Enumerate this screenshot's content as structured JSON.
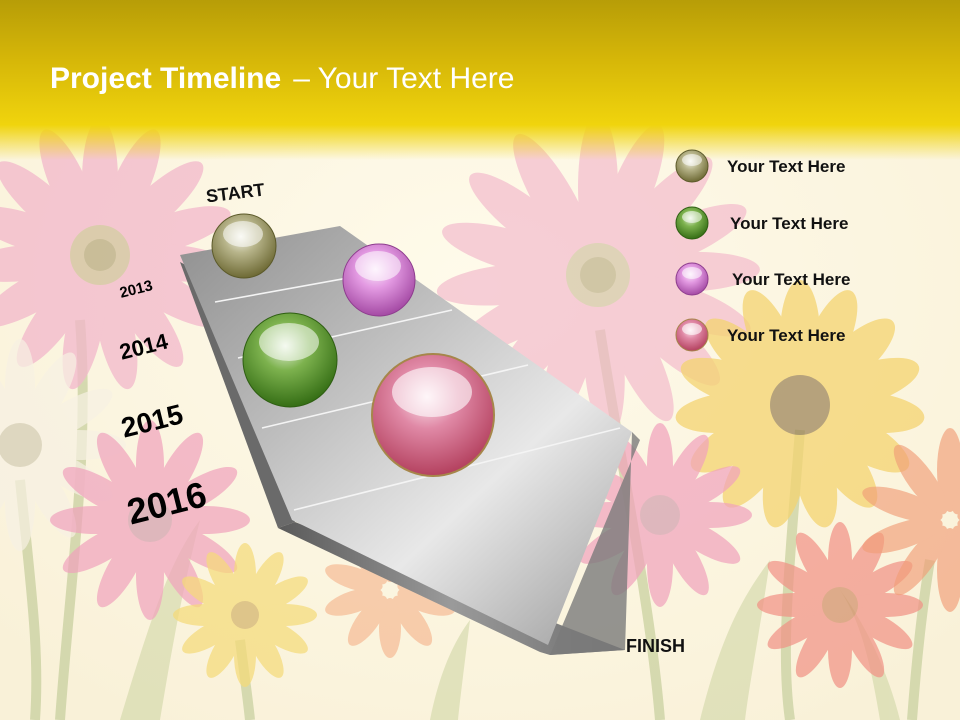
{
  "title": {
    "bold": "Project Timeline",
    "rest": "– Your Text Here"
  },
  "labels": {
    "start": "START",
    "finish": "FINISH"
  },
  "years": [
    "2013",
    "2014",
    "2015",
    "2016"
  ],
  "legend": [
    {
      "text": "Your  Text Here",
      "color": "#808040"
    },
    {
      "text": "Your  Text Here",
      "color": "#3f7f1c"
    },
    {
      "text": "Your  Text Here",
      "color": "#c25fc0"
    },
    {
      "text": "Your  Text Here",
      "color": "#d0607e"
    }
  ],
  "colors": {
    "header": "#d4b508",
    "olive": "#808040",
    "green": "#3f7f1c",
    "violet": "#c25fc0",
    "pink": "#d0607e"
  }
}
